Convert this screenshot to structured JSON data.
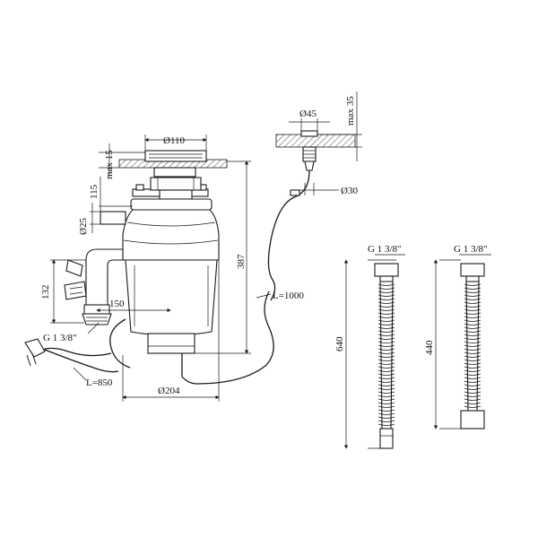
{
  "labels": {
    "d110": "Ø110",
    "max15": "max 15",
    "d115": "115",
    "d25": "Ø25",
    "d132": "132",
    "d150": "150",
    "d387": "387",
    "d204": "Ø204",
    "g138_left": "G 1 3/8\"",
    "l850": "L=850",
    "l1000": "L=1000",
    "d45": "Ø45",
    "max35": "max 35",
    "d30": "Ø30",
    "hose1_thread": "G 1 3/8\"",
    "hose1_len": "640",
    "hose2_thread": "G 1 3/8\"",
    "hose2_len": "440"
  },
  "colors": {
    "line": "#1a1a1a",
    "shade": "#e6e6e6",
    "background": "#ffffff"
  }
}
